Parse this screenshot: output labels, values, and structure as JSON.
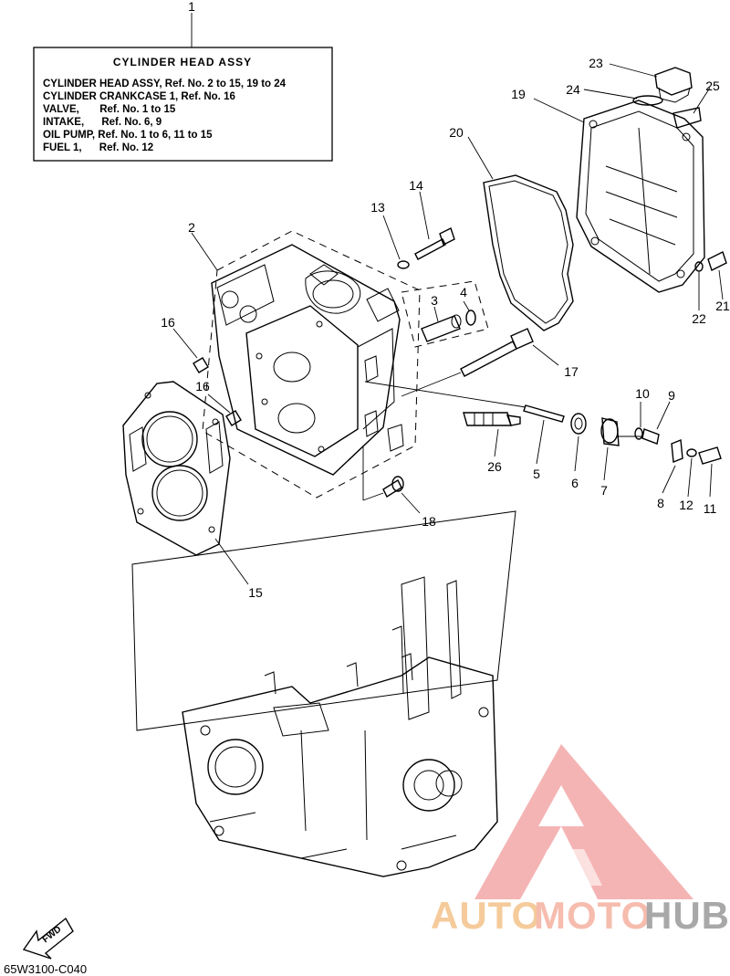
{
  "legend": {
    "title": "CYLINDER HEAD ASSY",
    "rows": [
      "CYLINDER HEAD ASSY,  Ref. No. 2 to 15, 19 to 24",
      "CYLINDER CRANKCASE 1, Ref. No. 16",
      "VALVE,       Ref. No. 1 to 15",
      "INTAKE,      Ref. No. 6, 9",
      "OIL PUMP, Ref. No. 1 to 6, 11 to 15",
      "FUEL 1,      Ref. No. 12"
    ]
  },
  "callouts": [
    "1",
    "2",
    "3",
    "4",
    "5",
    "6",
    "7",
    "8",
    "9",
    "10",
    "11",
    "12",
    "13",
    "14",
    "15",
    "16",
    "16",
    "17",
    "18",
    "19",
    "20",
    "21",
    "22",
    "23",
    "24",
    "25",
    "26"
  ],
  "fwd_label": "FWD",
  "diagram_code": "65W3100-C040",
  "watermark": {
    "auto": "AUTO",
    "moto": "MOTO",
    "hub": "HUB",
    "colors": {
      "auto": "#f4c28a",
      "moto": "#f5b1a0",
      "hub": "#9a9a9a",
      "logo": "#f08a8a"
    }
  }
}
